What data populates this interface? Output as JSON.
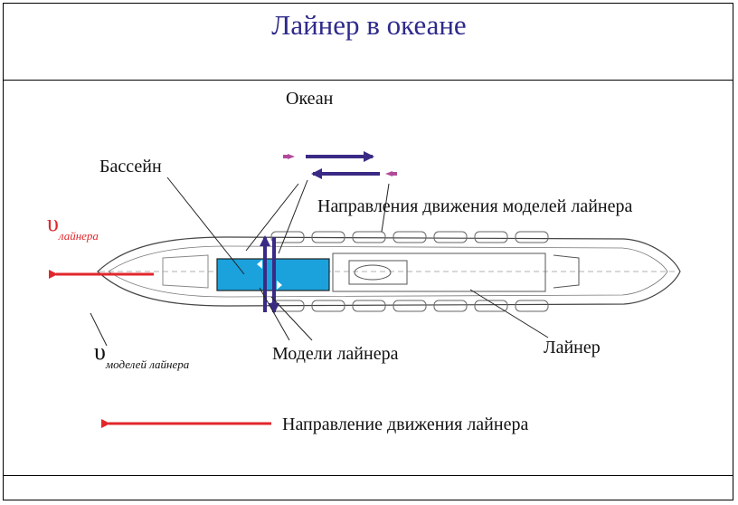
{
  "title": "Лайнер в океане",
  "labels": {
    "ocean": "Океан",
    "pool": "Бассейн",
    "model_directions": "Направления движения моделей лайнера",
    "liner_models": "Модели лайнера",
    "liner": "Лайнер",
    "liner_direction": "Направление движения лайнера"
  },
  "velocities": {
    "liner_symbol": "υ",
    "liner_subscript": "лайнера",
    "models_symbol": "υ",
    "models_subscript": "моделей лайнера"
  },
  "colors": {
    "title": "#2e2a8a",
    "red_arrow": "#e2262b",
    "blue_arrow": "#3b2a85",
    "magenta_arrow": "#b04a9a",
    "pool": "#1ba1dc"
  }
}
